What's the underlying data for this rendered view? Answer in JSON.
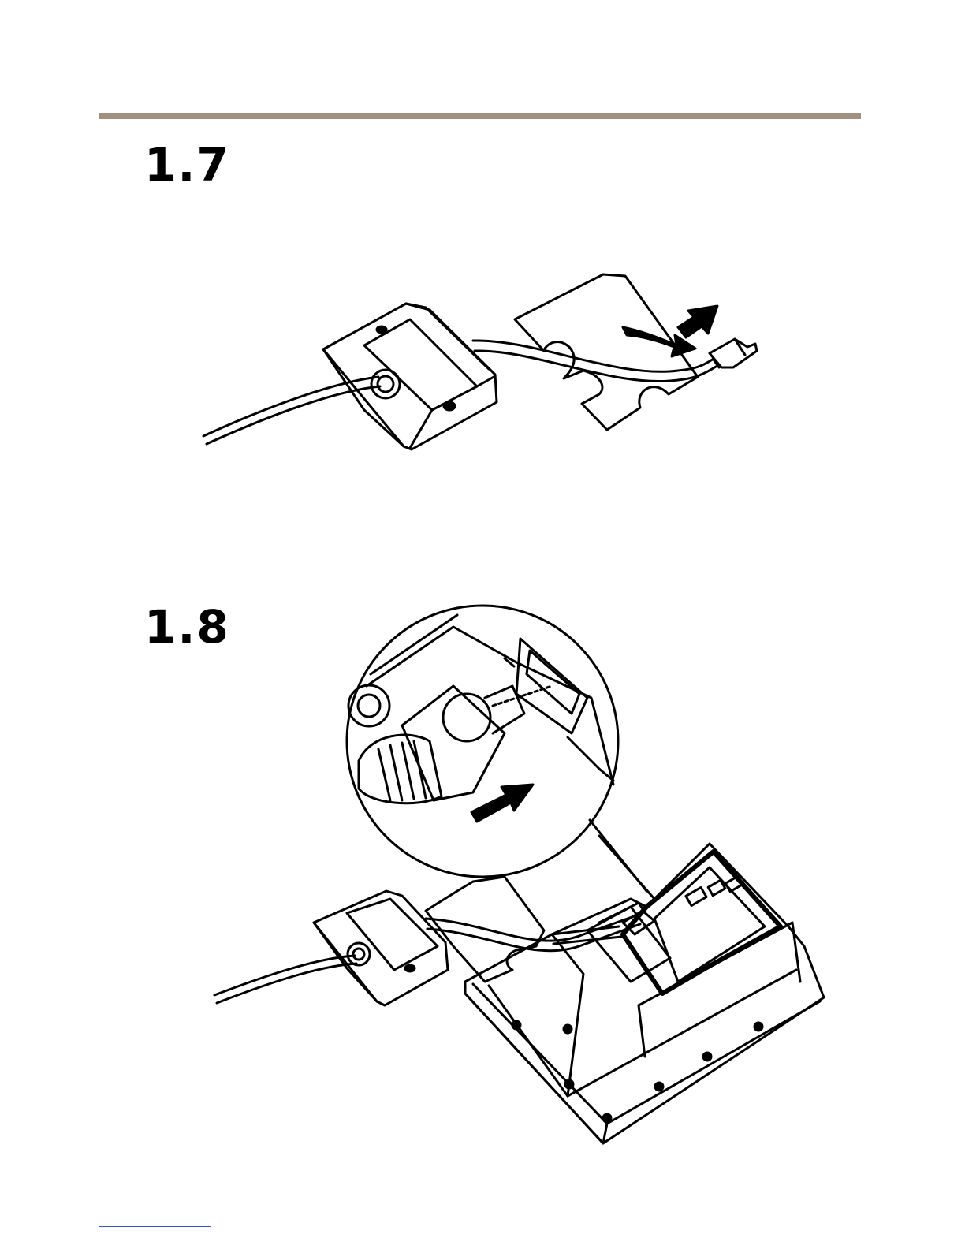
{
  "page": {
    "rule_color": "#a09080",
    "link_color": "#3355cc"
  },
  "steps": [
    {
      "number": "1.7",
      "illustration": "cable-through-gasket-illustration"
    },
    {
      "number": "1.8",
      "illustration": "connect-network-cable-illustration"
    }
  ]
}
